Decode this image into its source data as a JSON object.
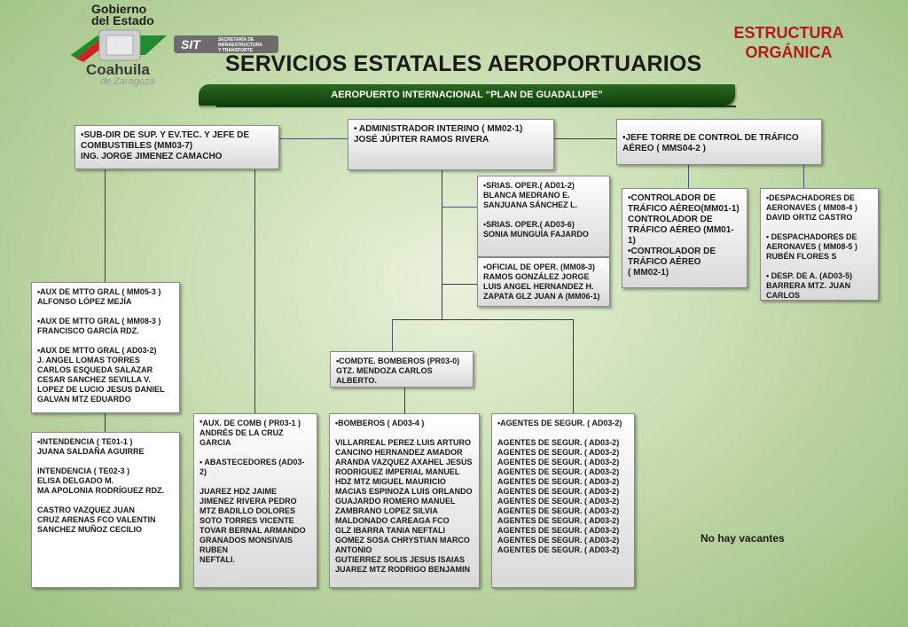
{
  "header": {
    "gobierno": "Gobierno\ndel Estado",
    "coahuila": "Coahuila",
    "zaragoza": "de Zaragoza",
    "sit": "SIT",
    "sit_sub": "SECRETARÍA DE\nINFRAESTRUCTURA\nY TRANSPORTE",
    "title": "SERVICIOS ESTATALES AEROPORTUARIOS",
    "estructura": "ESTRUCTURA\nORGÁNICA",
    "banner": "AEROPUERTO INTERNACIONAL “PLAN DE GUADALUPE”"
  },
  "colors": {
    "estructura": "#b81919",
    "banner": "#1d5a14",
    "connector_blue": "#2e55a8"
  },
  "boxes": {
    "admin": "• ADMINISTRADOR INTERINO   ( MM02-1)\nJOSÉ JÚPITER RAMOS RIVERA",
    "subdir": "•SUB-DIR DE SUP. Y EV.TEC. Y JEFE DE COMBUSTIBLES (MM03-7)\nING. JORGE JIMENEZ CAMACHO",
    "jefe_torre": "•JEFE TORRE DE CONTROL DE TRÁFICO AÉREO ( MMS04-2 )",
    "srias": "•SRIAS.  OPER.( AD01-2)\n     BLANCA MEDRANO E.\n     SANJUANA SÁNCHEZ L.\n\n•SRIAS.  OPER.( AD03-6)\n     SONIA MUNGUÍA FAJARDO",
    "oficial": "•OFICIAL DE OPER. (MM08-3)\nRAMOS GONZÁLEZ JORGE\nLUIS ANGEL HERNANDEZ H.\nZAPATA GLZ JUAN A (MM06-1)",
    "controlador": "•CONTROLADOR DE TRÁFICO AÉREO(MM01-1)\n  CONTROLADOR DE TRÁFICO AÉREO (MM01-1)\n•CONTROLADOR DE TRÁFICO AÉREO\n  ( MM02-1)",
    "despachadores": "•DESPACHADORES DE AERONAVES ( MM08-4 )\nDAVID ORTIZ CASTRO\n\n•  DESPACHADORES DE AERONAVES ( MM08-5 )\nRUBÉN FLORES S\n\n•   DESP. DE A. (AD03-5)\nBARRERA MTZ. JUAN CARLOS",
    "aux_mtto": "•AUX DE MTTO GRAL ( MM05-3 )\nALFONSO LÓPEZ MEJÍA\n\n•AUX DE MTTO GRAL ( MM08-3 )\nFRANCISCO GARCÍA RDZ.\n\n•AUX DE MTTO GRAL ( AD03-2)\nJ. ANGEL LOMAS TORRES\nCARLOS ESQUEDA SALAZAR\nCESAR SANCHEZ SEVILLA V.\nLOPEZ DE LUCIO JESUS DANIEL\nGALVAN MTZ EDUARDO",
    "intendencia": "•INTENDENCIA ( TE01-1 )\nJUANA SALDAÑA AGUIRRE\n\nINTENDENCIA ( TE02-3 )\nELISA DELGADO M.\nMA APOLONIA RODRÍGUEZ RDZ.\n\nCASTRO VAZQUEZ JUAN\nCRUZ ARENAS FCO VALENTIN\nSANCHEZ MUÑOZ CECILIO",
    "aux_comb": "*AUX. DE COMB ( PR03-1 )\nANDRÉS DE LA CRUZ GARCIA\n\n• ABASTECEDORES (AD03-2)\n\nJUAREZ HDZ JAIME\nJIMENEZ RIVERA PEDRO\nMTZ BADILLO DOLORES\nSOTO TORRES VICENTE\nTOVAR BERNAL ARMANDO\nGRANADOS MONSIVAIS RUBEN\nNEFTALI.",
    "comdte": "•COMDTE. BOMBEROS (PR03-0)\nGTZ. MENDOZA CARLOS ALBERTO.",
    "bomberos": "•BOMBEROS ( AD03-4 )\n\nVILLARREAL PEREZ LUIS ARTURO\nCANCINO HERNANDEZ AMADOR\nARANDA VAZQUEZ AXAHEL JESUS\nRODRIGUEZ IMPERIAL MANUEL\nHDZ MTZ MIGUEL MAURICIO\nMACIAS ESPINOZA LUIS ORLANDO\nGUAJARDO ROMERO MANUEL\nZAMBRANO LOPEZ SILVIA\nMALDONADO CAREAGA FCO\nGLZ IBARRA TANIA NEFTALI\nGOMEZ SOSA CHRYSTIAN MARCO ANTONIO\nGUTIERREZ SOLIS JESUS ISAIAS\nJUAREZ MTZ RODRIGO BENJAMIN",
    "agentes": "•AGENTES DE SEGUR. ( AD03-2)\n\nAGENTES DE SEGUR. ( AD03-2)\nAGENTES DE SEGUR. ( AD03-2)\nAGENTES DE SEGUR. ( AD03-2)\nAGENTES DE SEGUR. ( AD03-2)\nAGENTES DE SEGUR. ( AD03-2)\nAGENTES DE SEGUR. ( AD03-2)\nAGENTES DE SEGUR. ( AD03-2)\nAGENTES DE SEGUR. ( AD03-2)\nAGENTES DE SEGUR. ( AD03-2)\nAGENTES DE SEGUR. ( AD03-2)\nAGENTES DE SEGUR. ( AD03-2)\nAGENTES DE SEGUR. ( AD03-2)"
  },
  "no_vacantes": "No hay vacantes"
}
